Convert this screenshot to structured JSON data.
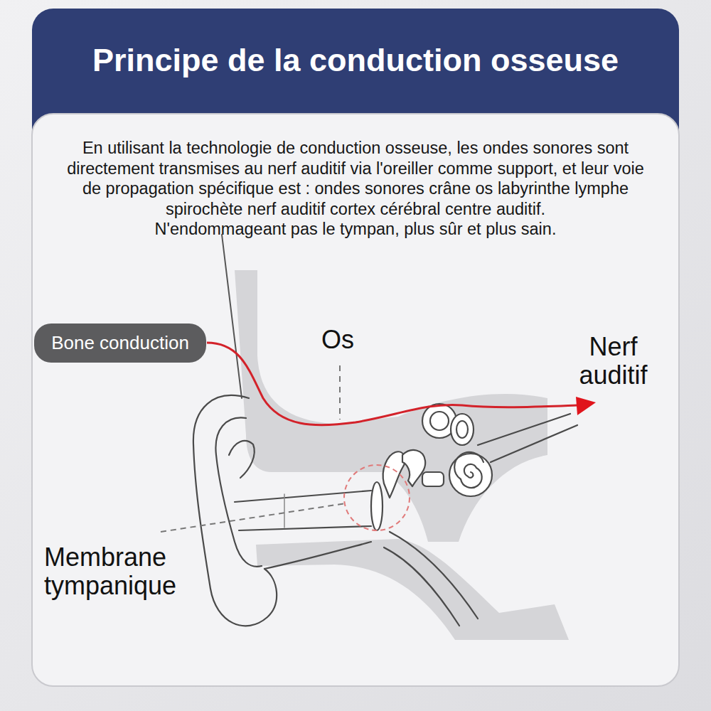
{
  "diagram": {
    "title": "Principe de la conduction osseuse",
    "nodes": [
      {
        "text": [
          "En utilisant la technologie de conduction osseuse, les ondes sonores sont directement transmises au nerf auditif via l'oreiller comme support, et leur voie de propagation spécifique est : ondes sonores crâne os labyrinthe lymphe spirochète nerf auditif cortex cérébral centre auditif.",
          "N'endommageant pas le tympan, plus sûr et plus sain."
        ]
      },
      {
        "text": [
          "Bone conduction"
        ],
        "in": 0
      }
    ],
    "labels": [
      "Os",
      "Nerf auditif",
      "Membrane tympanique"
    ]
  }
}
